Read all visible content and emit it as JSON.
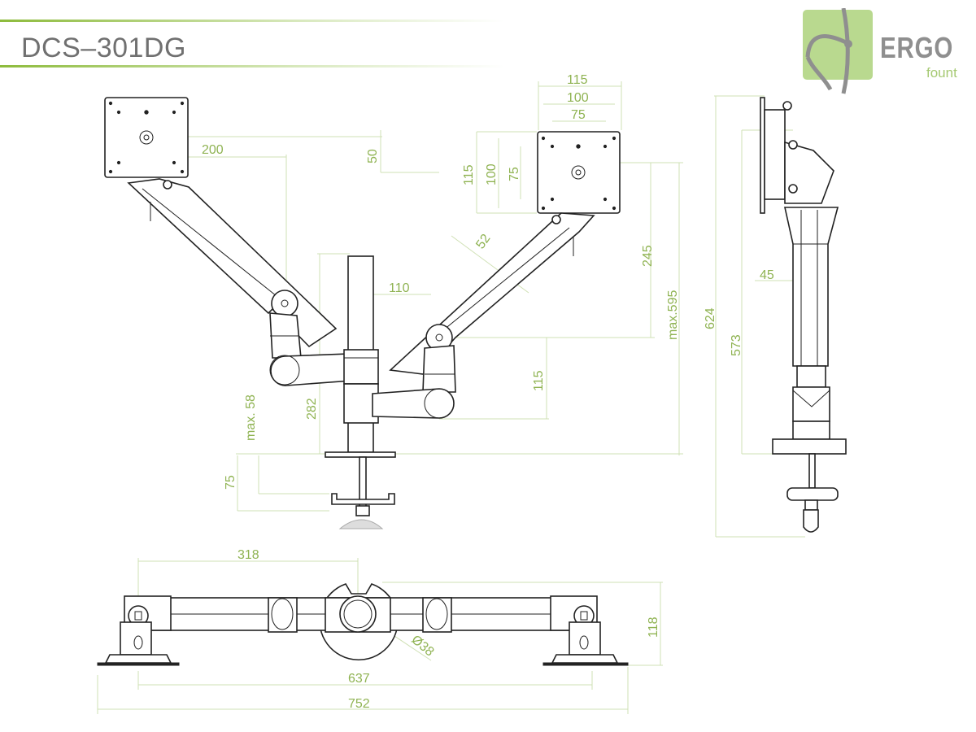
{
  "header": {
    "title": "DCS–301DG"
  },
  "logo": {
    "brand": "ERGO",
    "sub": "fount"
  },
  "colors": {
    "accent": "#8dbb3c",
    "dimension_text": "#8fb352",
    "dimension_line": "#cfe0b4",
    "drawing": "#222222"
  },
  "front_view": {
    "dims": {
      "arm_offset": "200",
      "plate_drop": "50",
      "vesa_w_115": "115",
      "vesa_w_100": "100",
      "vesa_w_75": "75",
      "vesa_h_115": "115",
      "vesa_h_100": "100",
      "vesa_h_75": "75",
      "arm_width": "52",
      "arm_rise": "245",
      "max_height": "max.595",
      "pole_offset": "110",
      "elbow_height": "115",
      "pole_height": "282",
      "desk_max": "max. 58",
      "clamp_depth": "75"
    }
  },
  "side_view": {
    "dims": {
      "total_height": "624",
      "height_573": "573",
      "depth_45": "45"
    }
  },
  "top_view": {
    "dims": {
      "half_span": "318",
      "depth": "118",
      "pole_diameter": "Ø38",
      "span_637": "637",
      "span_752": "752"
    }
  }
}
